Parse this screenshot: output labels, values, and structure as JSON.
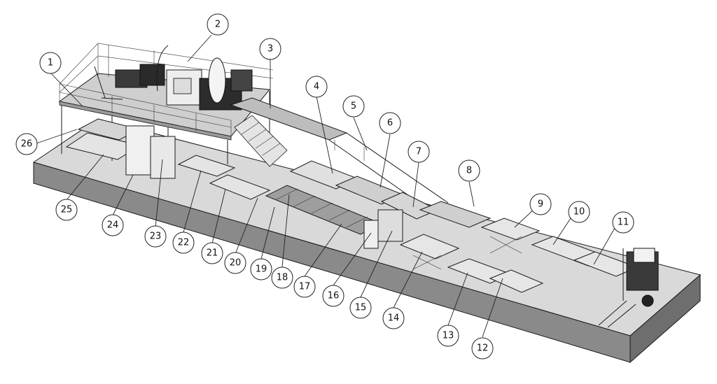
{
  "callouts": [
    {
      "num": "1"
    },
    {
      "num": "2"
    },
    {
      "num": "3"
    },
    {
      "num": "4"
    },
    {
      "num": "5"
    },
    {
      "num": "6"
    },
    {
      "num": "7"
    },
    {
      "num": "8"
    },
    {
      "num": "9"
    },
    {
      "num": "10"
    },
    {
      "num": "11"
    },
    {
      "num": "12"
    },
    {
      "num": "13"
    },
    {
      "num": "14"
    },
    {
      "num": "15"
    },
    {
      "num": "16"
    },
    {
      "num": "17"
    },
    {
      "num": "18"
    },
    {
      "num": "19"
    },
    {
      "num": "20"
    },
    {
      "num": "21"
    },
    {
      "num": "22"
    },
    {
      "num": "23"
    },
    {
      "num": "24"
    },
    {
      "num": "25"
    },
    {
      "num": "26"
    }
  ]
}
